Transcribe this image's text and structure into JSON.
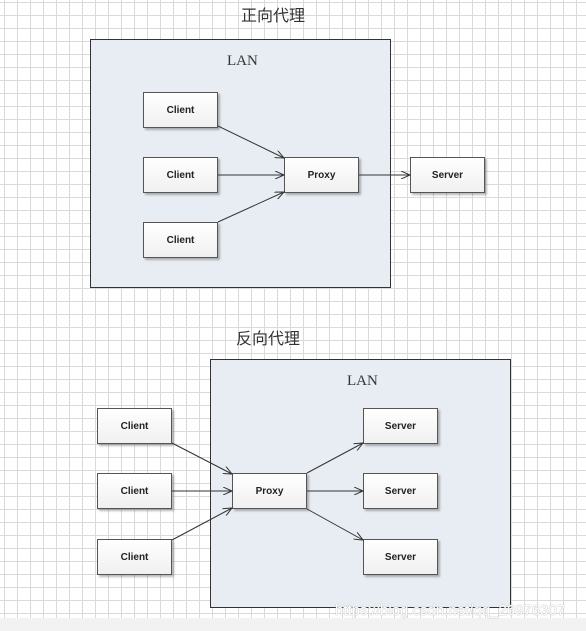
{
  "forward": {
    "title": "正向代理",
    "lan_label": "LAN",
    "clients": [
      "Client",
      "Client",
      "Client"
    ],
    "proxy": "Proxy",
    "server": "Server"
  },
  "reverse": {
    "title": "反向代理",
    "lan_label": "LAN",
    "clients": [
      "Client",
      "Client",
      "Client"
    ],
    "proxy": "Proxy",
    "servers": [
      "Server",
      "Server",
      "Server"
    ]
  },
  "watermark": "https://blog.csdn.net/qq_26976307"
}
